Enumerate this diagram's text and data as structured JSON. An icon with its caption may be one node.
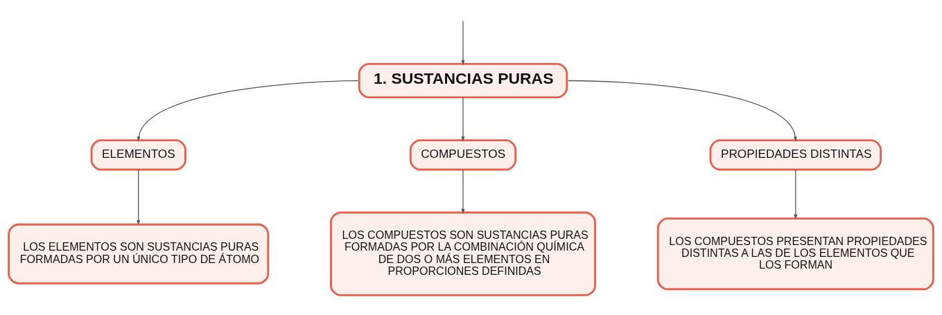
{
  "diagram": {
    "nodes": [
      {
        "text": [
          "1. SUSTANCIAS PURAS"
        ]
      },
      {
        "text": [
          "ELEMENTOS"
        ]
      },
      {
        "text": [
          "COMPUESTOS"
        ]
      },
      {
        "text": [
          "PROPIEDADES DISTINTAS"
        ]
      },
      {
        "text": [
          "LOS ELEMENTOS SON SUSTANCIAS PURAS FORMADAS POR UN ÚNICO TIPO DE ÁTOMO"
        ]
      },
      {
        "text": [
          "LOS COMPUESTOS SON SUSTANCIAS PURAS FORMADAS POR LA COMBINACIÓN QUÍMICA DE DOS O MÁS ELEMENTOS EN PROPORCIONES DEFINIDAS"
        ]
      },
      {
        "text": [
          "LOS COMPUESTOS PRESENTAN PROPIEDADES DISTINTAS A LAS DE LOS ELEMENTOS QUE LOS FORMAN"
        ]
      }
    ],
    "edges": [
      {
        "from": null,
        "to": 0,
        "arrow": "to"
      },
      {
        "from": 0,
        "to": 1,
        "arrow": "to"
      },
      {
        "from": 0,
        "to": 2,
        "arrow": "to"
      },
      {
        "from": 0,
        "to": 3,
        "arrow": "to"
      },
      {
        "from": 1,
        "to": 4,
        "arrow": "to"
      },
      {
        "from": 2,
        "to": 5,
        "arrow": "to"
      },
      {
        "from": 3,
        "to": 6,
        "arrow": "to"
      }
    ]
  }
}
